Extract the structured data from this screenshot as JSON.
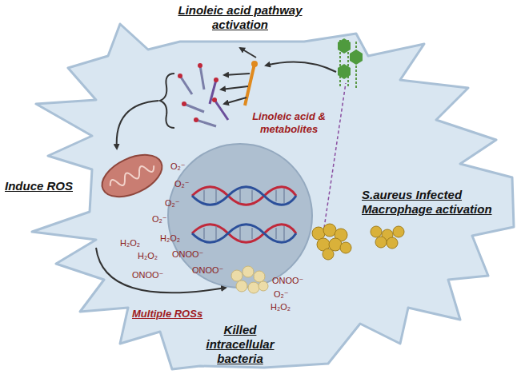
{
  "diagram": {
    "labels": [
      "Linoleic acid pathway activation",
      "Linoleic acid & metabolites",
      "S.aureus Infected Macrophage activation",
      "Induce ROS",
      "Multiple ROSs",
      "Killed intracellular bacteria",
      "O₂⁻",
      "O₂⁻",
      "O₂⁻",
      "O₂⁻",
      "H₂O₂",
      "H₂O₂",
      "H₂O₂",
      "ONOO⁻",
      "ONOO⁻",
      "ONOO⁻",
      "ONOO⁻",
      "O₂⁻",
      "H₂O₂"
    ]
  }
}
